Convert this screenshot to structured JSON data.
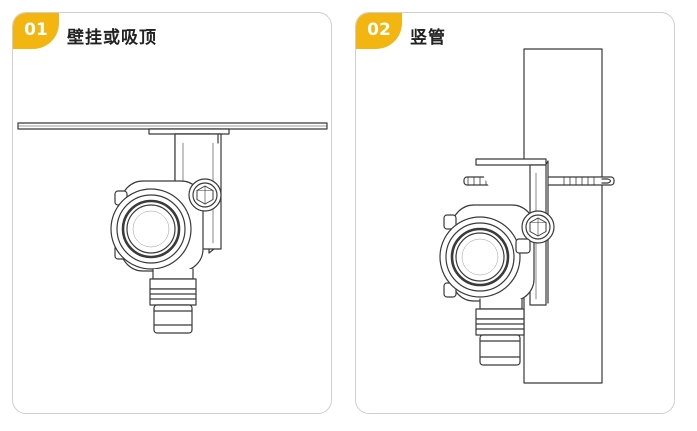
{
  "panels": [
    {
      "number": "01",
      "title": "壁挂或吸顶"
    },
    {
      "number": "02",
      "title": "竖管"
    }
  ],
  "colors": {
    "accent": "#f3b50f",
    "border": "#cfcfcf",
    "line": "#3a3a3a"
  }
}
